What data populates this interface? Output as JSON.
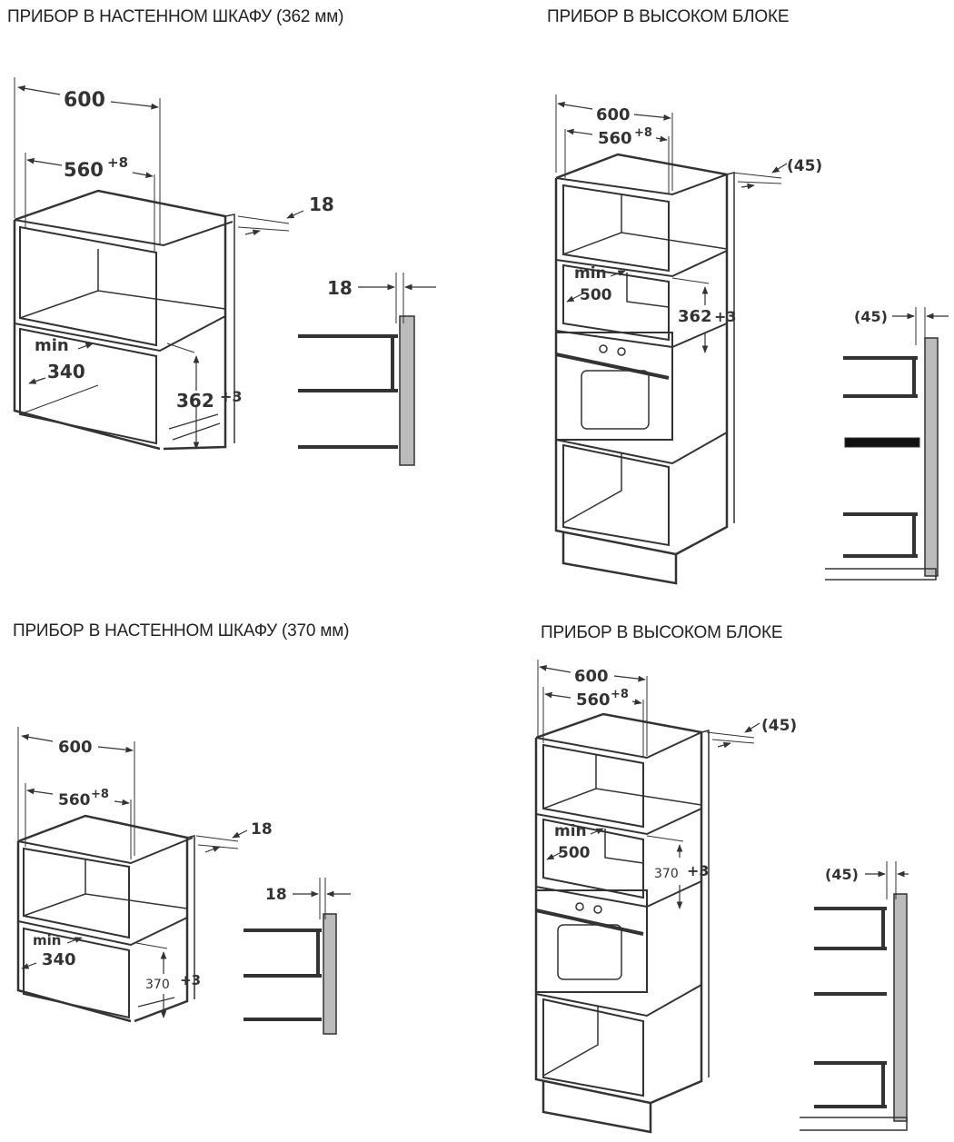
{
  "titles": {
    "q1": "ПРИБОР В НАСТЕННОМ ШКАФУ (362 мм)",
    "q2": "ПРИБОР В ВЫСОКОМ БЛОКЕ",
    "q3": "ПРИБОР В НАСТЕННОМ ШКАФУ (370 мм)",
    "q4": "ПРИБОР В ВЫСОКОМ БЛОКЕ"
  },
  "q1": {
    "width": "600",
    "inner_width": "560",
    "inner_tol": "+8",
    "side": "18",
    "side_detail": "18",
    "min": "min",
    "depth": "340",
    "height": "362",
    "height_tol": "+3"
  },
  "q2": {
    "width": "600",
    "inner_width": "560",
    "inner_tol": "+8",
    "gap": "(45)",
    "min": "min",
    "depth": "500",
    "height": "362",
    "height_tol": "+3",
    "gap_detail": "(45)"
  },
  "q3": {
    "width": "600",
    "inner_width": "560",
    "inner_tol": "+8",
    "side": "18",
    "side_detail": "18",
    "min": "min",
    "depth": "340",
    "height": "370",
    "height_tol": "+3"
  },
  "q4": {
    "width": "600",
    "inner_width": "560",
    "inner_tol": "+8",
    "gap": "(45)",
    "min": "min",
    "depth": "500",
    "height": "370",
    "height_tol": "+3",
    "gap_detail": "(45)"
  }
}
